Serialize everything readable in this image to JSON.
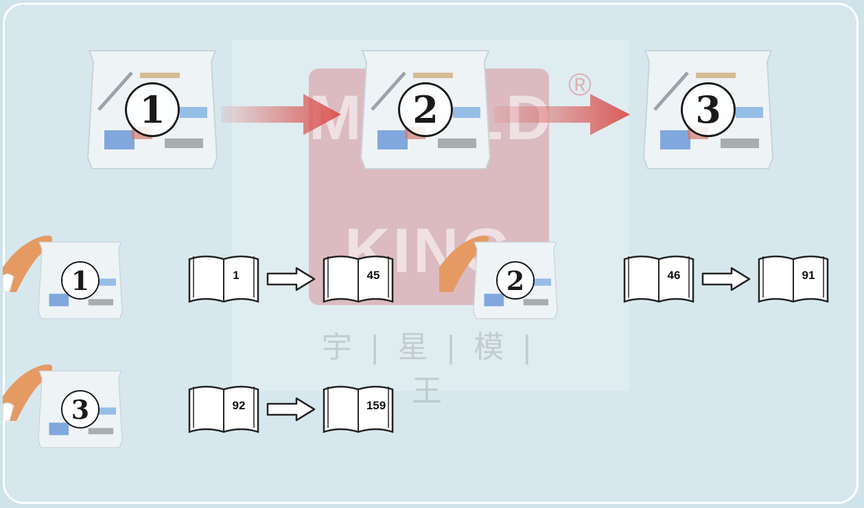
{
  "watermark": {
    "brand_line1": "MOULD",
    "brand_line2": "KING",
    "registered": "®",
    "chinese": "宇 | 星 | 模 | 王"
  },
  "top_flow": {
    "bags": [
      {
        "label": "1"
      },
      {
        "label": "2"
      },
      {
        "label": "3"
      }
    ]
  },
  "steps": [
    {
      "bag_label": "1",
      "start_page": "1",
      "end_page": "45"
    },
    {
      "bag_label": "2",
      "start_page": "46",
      "end_page": "91"
    },
    {
      "bag_label": "3",
      "start_page": "92",
      "end_page": "159"
    }
  ],
  "colors": {
    "background": "#d6e8ee",
    "flow_arrow": "#d9534f",
    "border": "#ffffff"
  }
}
